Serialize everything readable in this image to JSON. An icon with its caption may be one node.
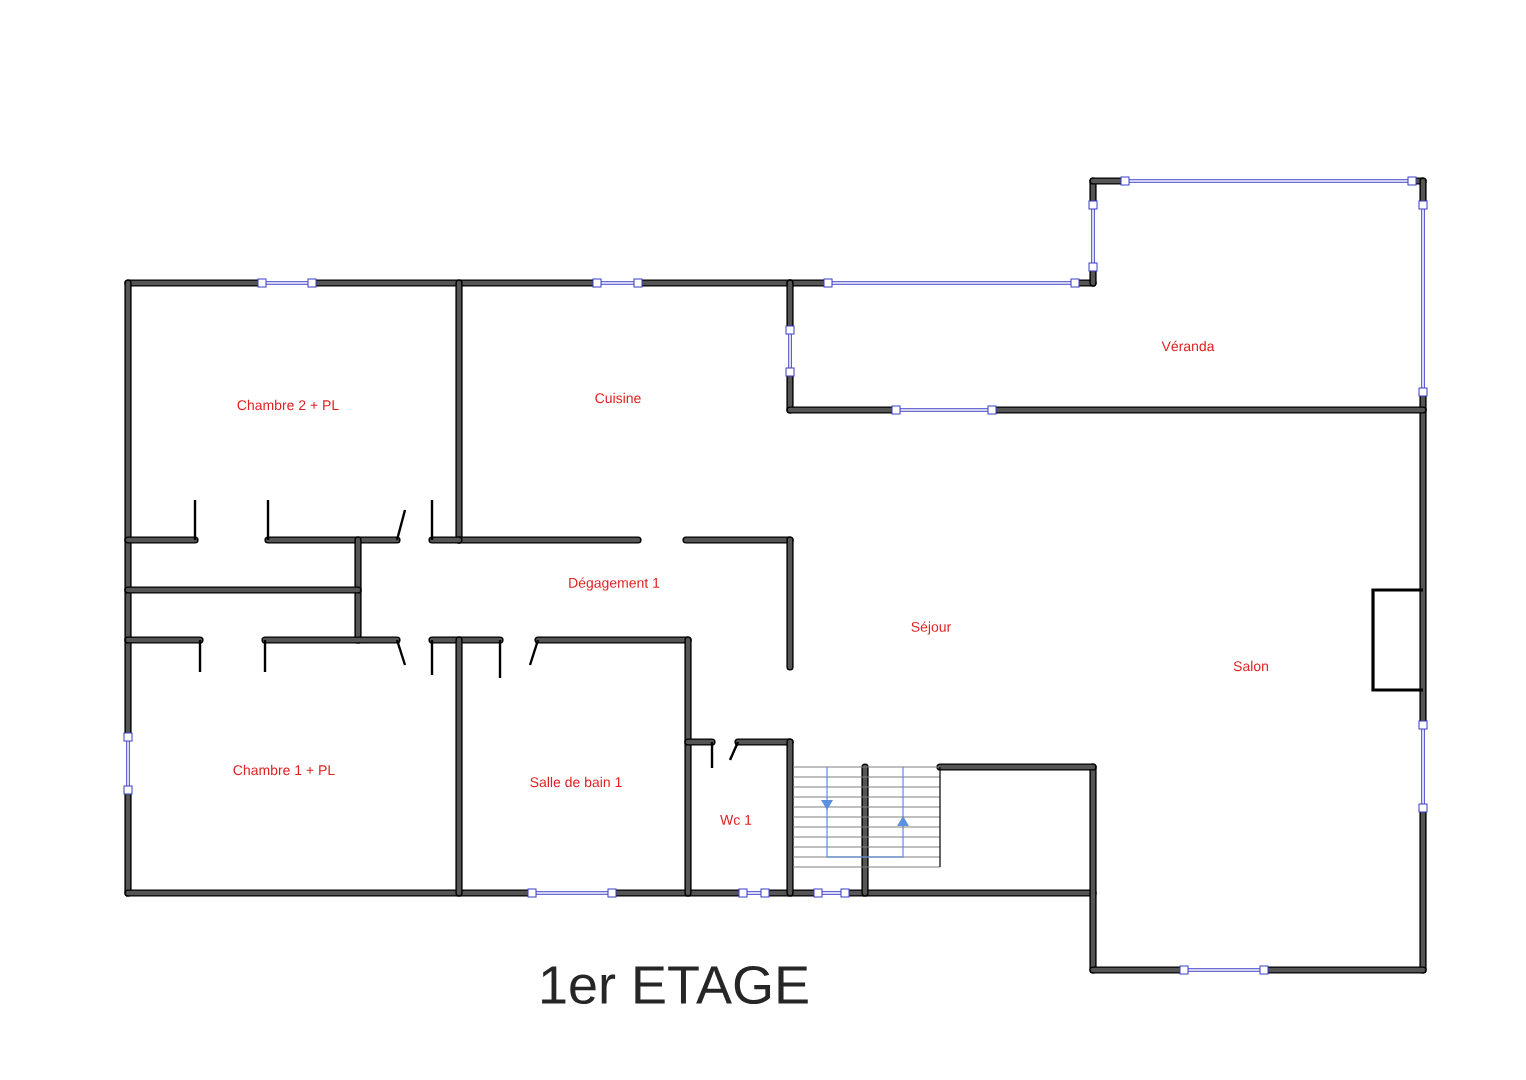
{
  "diagram": {
    "title": "1er ETAGE",
    "labels": [
      "Véranda",
      "Chambre 2 + PL",
      "Cuisine",
      "Dégagement 1",
      "Séjour",
      "Salon",
      "Chambre 1 + PL",
      "Salle de bain 1",
      "Wc 1"
    ]
  }
}
